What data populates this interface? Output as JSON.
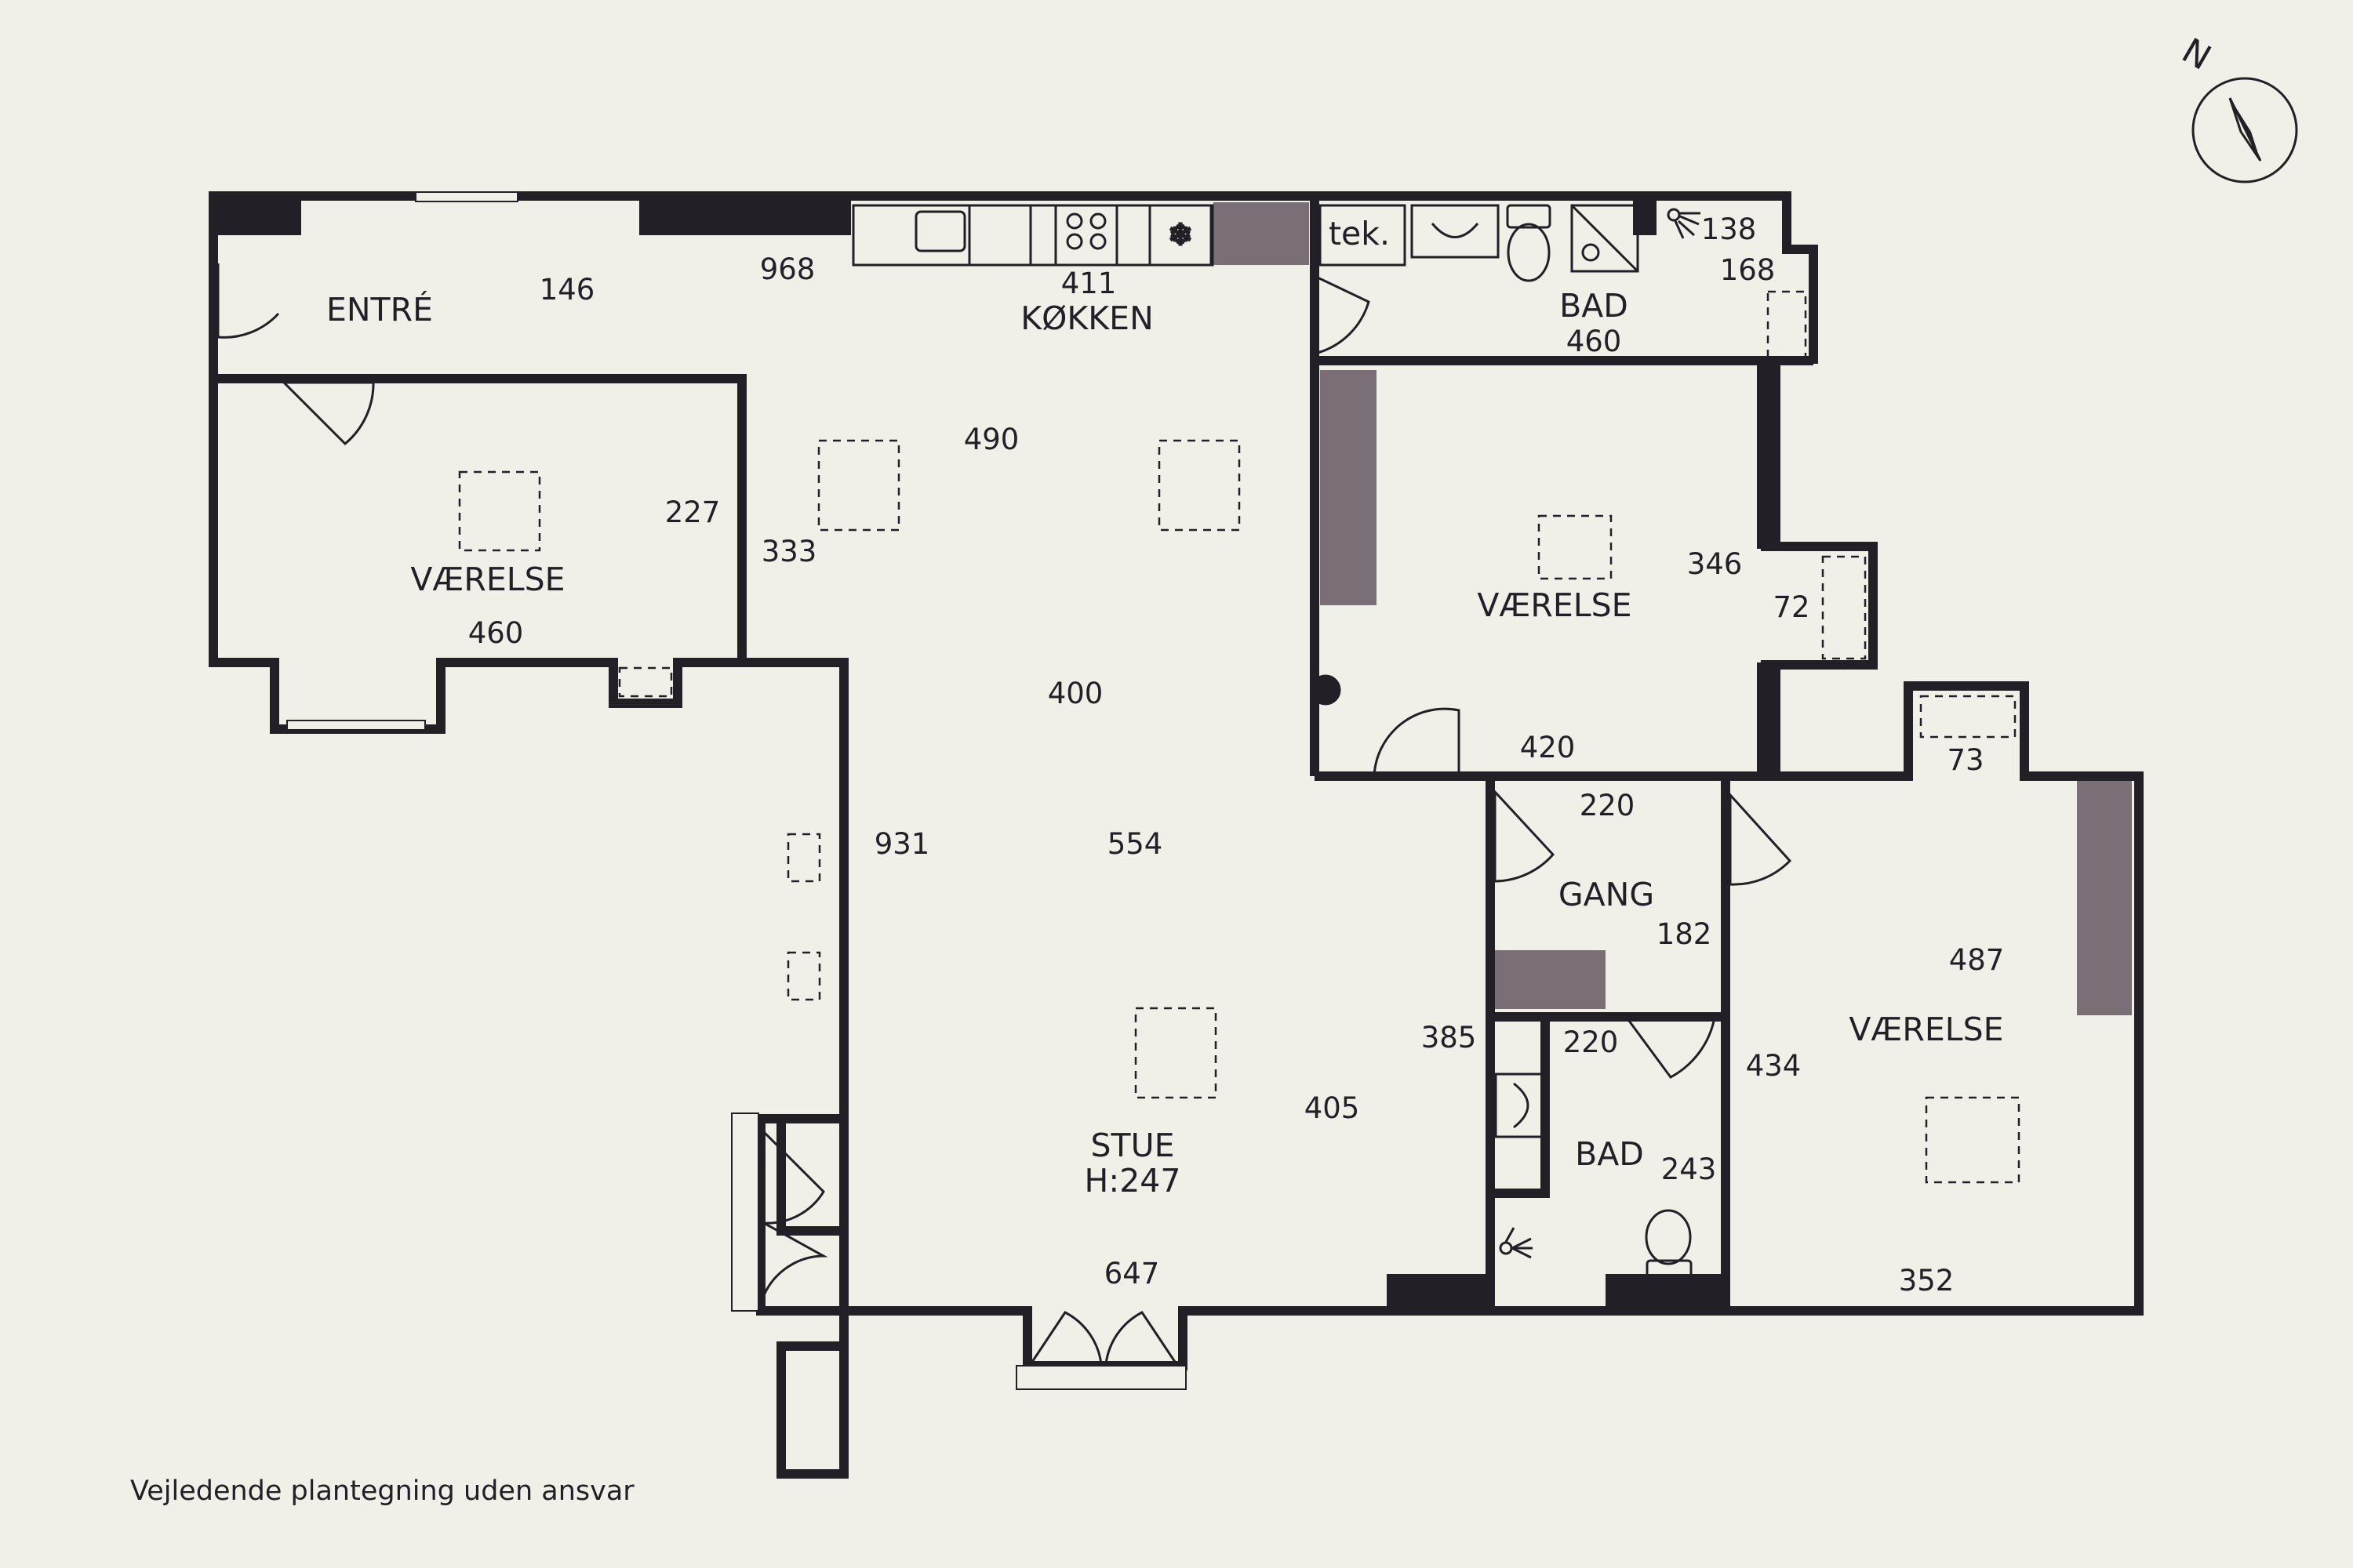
{
  "compass": {
    "north_label": "N"
  },
  "rooms": {
    "entre": "ENTRÉ",
    "kokken": "KØKKEN",
    "bad_top": "BAD",
    "vaerelse_left": "VÆRELSE",
    "vaerelse_center": "VÆRELSE",
    "vaerelse_right": "VÆRELSE",
    "stue": "STUE",
    "stue_height": "H:247",
    "gang": "GANG",
    "bad_bottom": "BAD",
    "tek": "tek."
  },
  "dimensions": {
    "entre": "146",
    "entre_length": "968",
    "kokken": "411",
    "bad_top_width": "460",
    "bad_top_a": "138",
    "bad_top_b": "168",
    "vaerelse_left_depth": "227",
    "vaerelse_left_width": "460",
    "kitchen_depth": "490",
    "hall_depth": "333",
    "center": "400",
    "vaerelse_center_depth": "346",
    "vaerelse_center_width": "420",
    "bay_center": "72",
    "gang_width": "220",
    "gang_depth": "182",
    "bay_right": "73",
    "stue_length": "931",
    "stue_depth": "554",
    "vaerelse_right_depth": "487",
    "bad_bottom_width": "220",
    "stue_side": "385",
    "vaerelse_right_side": "434",
    "stue_mid": "405",
    "bad_bottom_depth": "243",
    "stue_width": "647",
    "vaerelse_right_width": "352"
  },
  "footer": {
    "disclaimer": "Vejledende plantegning uden ansvar"
  },
  "colors": {
    "wall": "#231f26",
    "fixture": "#7b6f77",
    "background": "#f1f0e8",
    "line": "#231f26"
  }
}
